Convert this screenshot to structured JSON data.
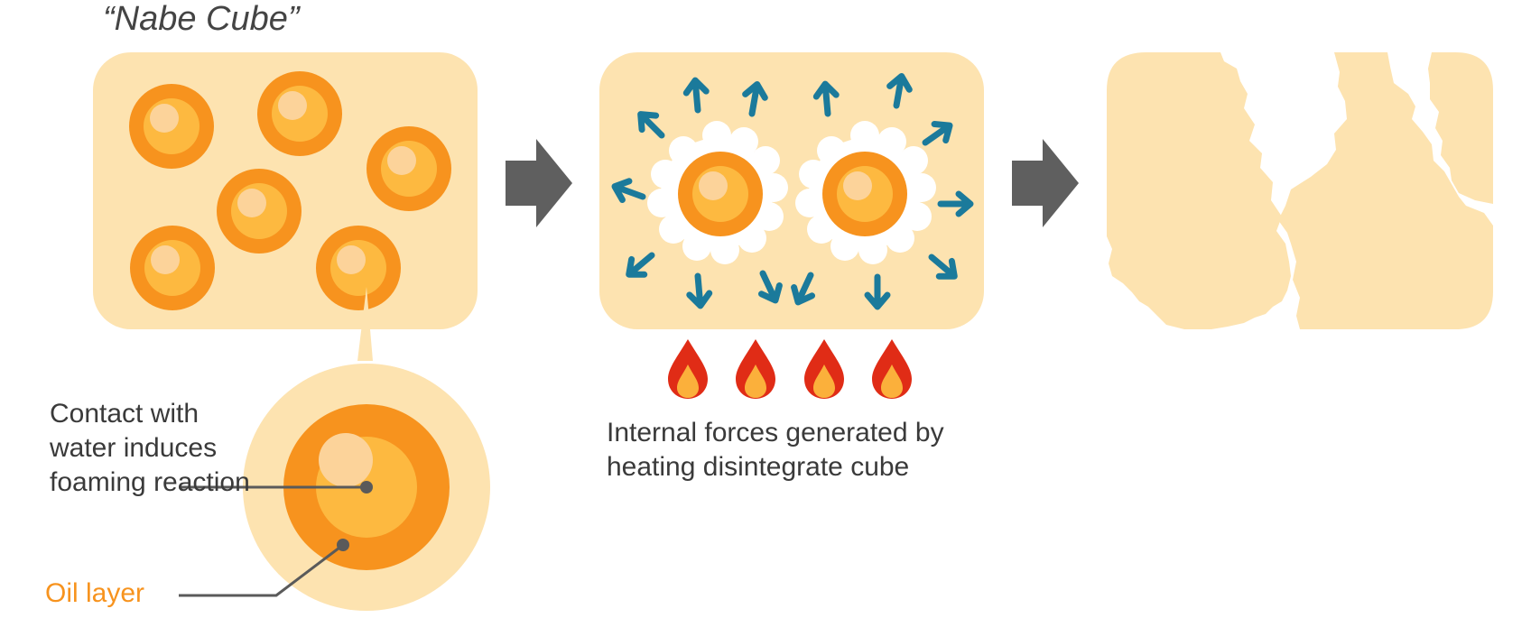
{
  "title": "“Nabe Cube”",
  "labels": {
    "foaming": "Contact with water induces foaming reaction",
    "oil_layer": "Oil layer",
    "heating": "Internal forces generated by heating disintegrate cube"
  },
  "colors": {
    "cube": "#fde3b0",
    "oil": "#f7931e",
    "core": "#fdb940",
    "highlight": "#fcd39a",
    "arrow": "#1b7a9b",
    "step_arrow": "#5f5f5f",
    "flame_outer": "#e02c16",
    "flame_inner": "#fbb03b",
    "leader_line": "#5a5a5a",
    "oil_label": "#f7931e"
  },
  "icons": [
    "step-arrow-icon",
    "expansion-arrow-icon",
    "flame-icon"
  ]
}
